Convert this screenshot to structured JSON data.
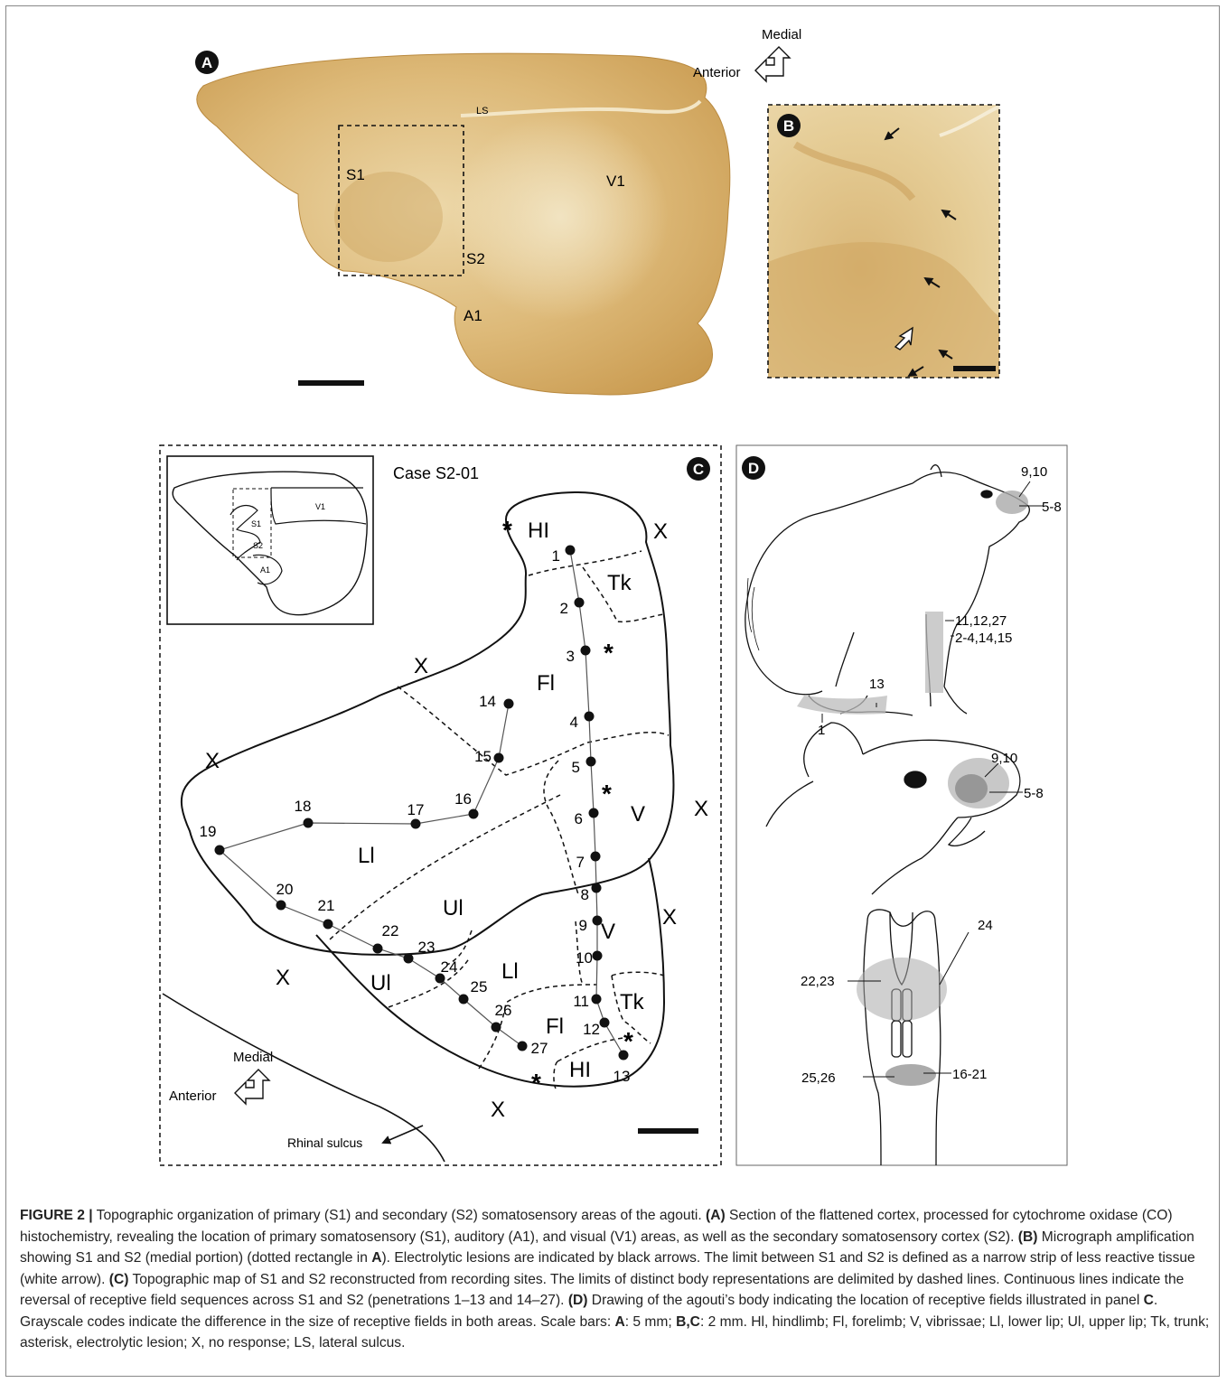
{
  "panels": {
    "A": {
      "badge": "A",
      "orientation": {
        "vertical": "Medial",
        "horizontal": "Anterior"
      },
      "labels": {
        "ls": "LS",
        "s1": "S1",
        "v1": "V1",
        "s2": "S2",
        "a1": "A1"
      }
    },
    "B": {
      "badge": "B"
    },
    "C": {
      "badge": "C",
      "case": "Case S2-01",
      "inset_labels": {
        "v1": "V1",
        "s1": "S1",
        "s2": "S2",
        "a1": "A1"
      },
      "regions": {
        "hl_top": "HI",
        "tk_top": "Tk",
        "fl_top": "Fl",
        "v_top": "V",
        "ll_top": "Ll",
        "ul_top": "Ul",
        "v_bottom": "V",
        "ul_bottom": "Ul",
        "ll_bottom": "Ll",
        "tk_bottom": "Tk",
        "fl_bottom": "Fl",
        "hl_bottom": "HI"
      },
      "no_response_mark": "X",
      "lesion_mark": "*",
      "sites": [
        "1",
        "2",
        "3",
        "4",
        "5",
        "6",
        "7",
        "8",
        "9",
        "10",
        "11",
        "12",
        "13",
        "14",
        "15",
        "16",
        "17",
        "18",
        "19",
        "20",
        "21",
        "22",
        "23",
        "24",
        "25",
        "26",
        "27"
      ],
      "orientation": {
        "vertical": "Medial",
        "horizontal": "Anterior"
      },
      "rhinal": "Rhinal sulcus"
    },
    "D": {
      "badge": "D",
      "labels": {
        "body_910": "9,10",
        "body_58": "5-8",
        "body_111227": "11,12,27",
        "body_241415": "2-4,14,15",
        "body_13": "13",
        "body_1": "1",
        "head_910": "9,10",
        "head_58": "5-8",
        "mouth_24": "24",
        "mouth_2223": "22,23",
        "mouth_2526": "25,26",
        "mouth_1621": "16-21"
      }
    }
  },
  "caption": {
    "label": "FIGURE 2 |",
    "text": " Topographic organization of primary (S1) and secondary (S2) somatosensory areas of the agouti. ",
    "p1": [
      {
        "b": "(A)"
      },
      {
        "t": " Section of the flattened cortex, processed for cytochrome oxidase (CO) histochemistry, revealing the location of primary somatosensory (S1), auditory (A1), and visual (V1) areas, as well as the secondary somatosensory cortex (S2). "
      },
      {
        "b": "(B)"
      },
      {
        "t": " Micrograph amplification showing S1 and S2 (medial portion) (dotted rectangle in "
      },
      {
        "b": "A"
      },
      {
        "t": "). Electrolytic lesions are indicated by black arrows. The limit between S1 and S2 is defined as a narrow strip of less reactive tissue (white arrow). "
      },
      {
        "b": "(C)"
      },
      {
        "t": " Topographic map of S1 and S2 reconstructed from recording sites. The limits of distinct body representations are delimited by dashed lines. Continuous lines indicate the reversal of receptive field sequences across S1 and S2 (penetrations 1–13 and 14–27). "
      },
      {
        "b": "(D)"
      },
      {
        "t": " Drawing of the agouti’s body indicating the location of receptive fields illustrated in panel "
      },
      {
        "b": "C"
      },
      {
        "t": ". Grayscale codes indicate the difference in the size of receptive fields in both areas. Scale bars: "
      },
      {
        "b": "A"
      },
      {
        "t": ": 5 mm; "
      },
      {
        "b": "B,C"
      },
      {
        "t": ": 2 mm. Hl, hindlimb; Fl, forelimb; V, vibrissae; Ll, lower lip; Ul, upper lip; Tk, trunk; asterisk, electrolytic lesion; X, no response; LS, lateral sulcus."
      }
    ]
  }
}
